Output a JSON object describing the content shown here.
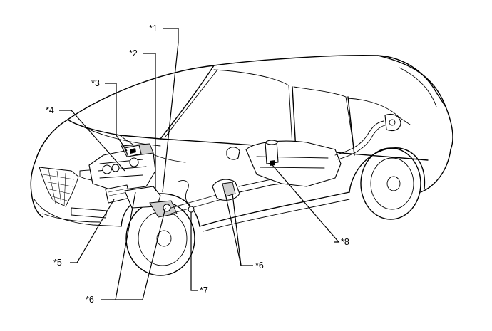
{
  "callouts": {
    "c1": "*1",
    "c2": "*2",
    "c3": "*3",
    "c4": "*4",
    "c5": "*5",
    "c6a": "*6",
    "c6b": "*6",
    "c7": "*7",
    "c8": "*8"
  }
}
